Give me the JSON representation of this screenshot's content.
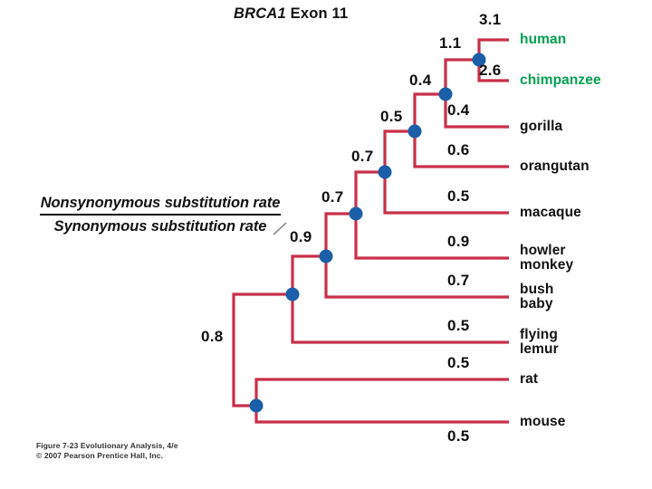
{
  "figure": {
    "title_gene": "BRCA1",
    "title_rest": " Exon 11",
    "credit": "Figure 7-23  Evolutionary Analysis, 4/e\n© 2007 Pearson Prentice Hall, Inc.",
    "annotation": {
      "numerator": "Nonsynonymous substitution rate",
      "denominator": "Synonymous substitution rate"
    },
    "colors": {
      "branch": "#c8304a",
      "node": "#1a5fa8",
      "highlight_text": "#00a152",
      "text": "#111111",
      "background": "#ffffff"
    }
  },
  "chart_data": {
    "type": "tree",
    "title": "BRCA1 Exon 11",
    "value_label": "Nonsynonymous substitution rate / Synonymous substitution rate",
    "taxa": [
      {
        "name": "human",
        "label_lines": "human",
        "rate": "3.1",
        "highlight": true
      },
      {
        "name": "chimpanzee",
        "label_lines": "chimpanzee",
        "rate": "2.6",
        "highlight": true
      },
      {
        "name": "gorilla",
        "label_lines": "gorilla",
        "rate": "0.4",
        "highlight": false
      },
      {
        "name": "orangutan",
        "label_lines": "orangutan",
        "rate": "0.6",
        "highlight": false
      },
      {
        "name": "macaque",
        "label_lines": "macaque",
        "rate": "0.5",
        "highlight": false
      },
      {
        "name": "howler-monkey",
        "label_lines": "howler\nmonkey",
        "rate": "0.9",
        "highlight": false
      },
      {
        "name": "bush-baby",
        "label_lines": "bush\nbaby",
        "rate": "0.7",
        "highlight": false
      },
      {
        "name": "flying-lemur",
        "label_lines": "flying\nlemur",
        "rate": "0.5",
        "highlight": false
      },
      {
        "name": "rat",
        "label_lines": "rat",
        "rate": "0.5",
        "highlight": false
      },
      {
        "name": "mouse",
        "label_lines": "mouse",
        "rate": "0.5",
        "highlight": false
      }
    ],
    "internal_nodes": [
      {
        "name": "human-chimpanzee-ancestor",
        "rate": "1.1"
      },
      {
        "name": "african-ape-ancestor",
        "rate": "0.4"
      },
      {
        "name": "great-ape-ancestor",
        "rate": "0.5"
      },
      {
        "name": "catarrhine-ancestor",
        "rate": "0.7"
      },
      {
        "name": "anthropoid-ancestor",
        "rate": "0.7"
      },
      {
        "name": "primate-ancestor",
        "rate": "0.9"
      },
      {
        "name": "euarchonta-ancestor",
        "rate": "0.8"
      }
    ]
  }
}
